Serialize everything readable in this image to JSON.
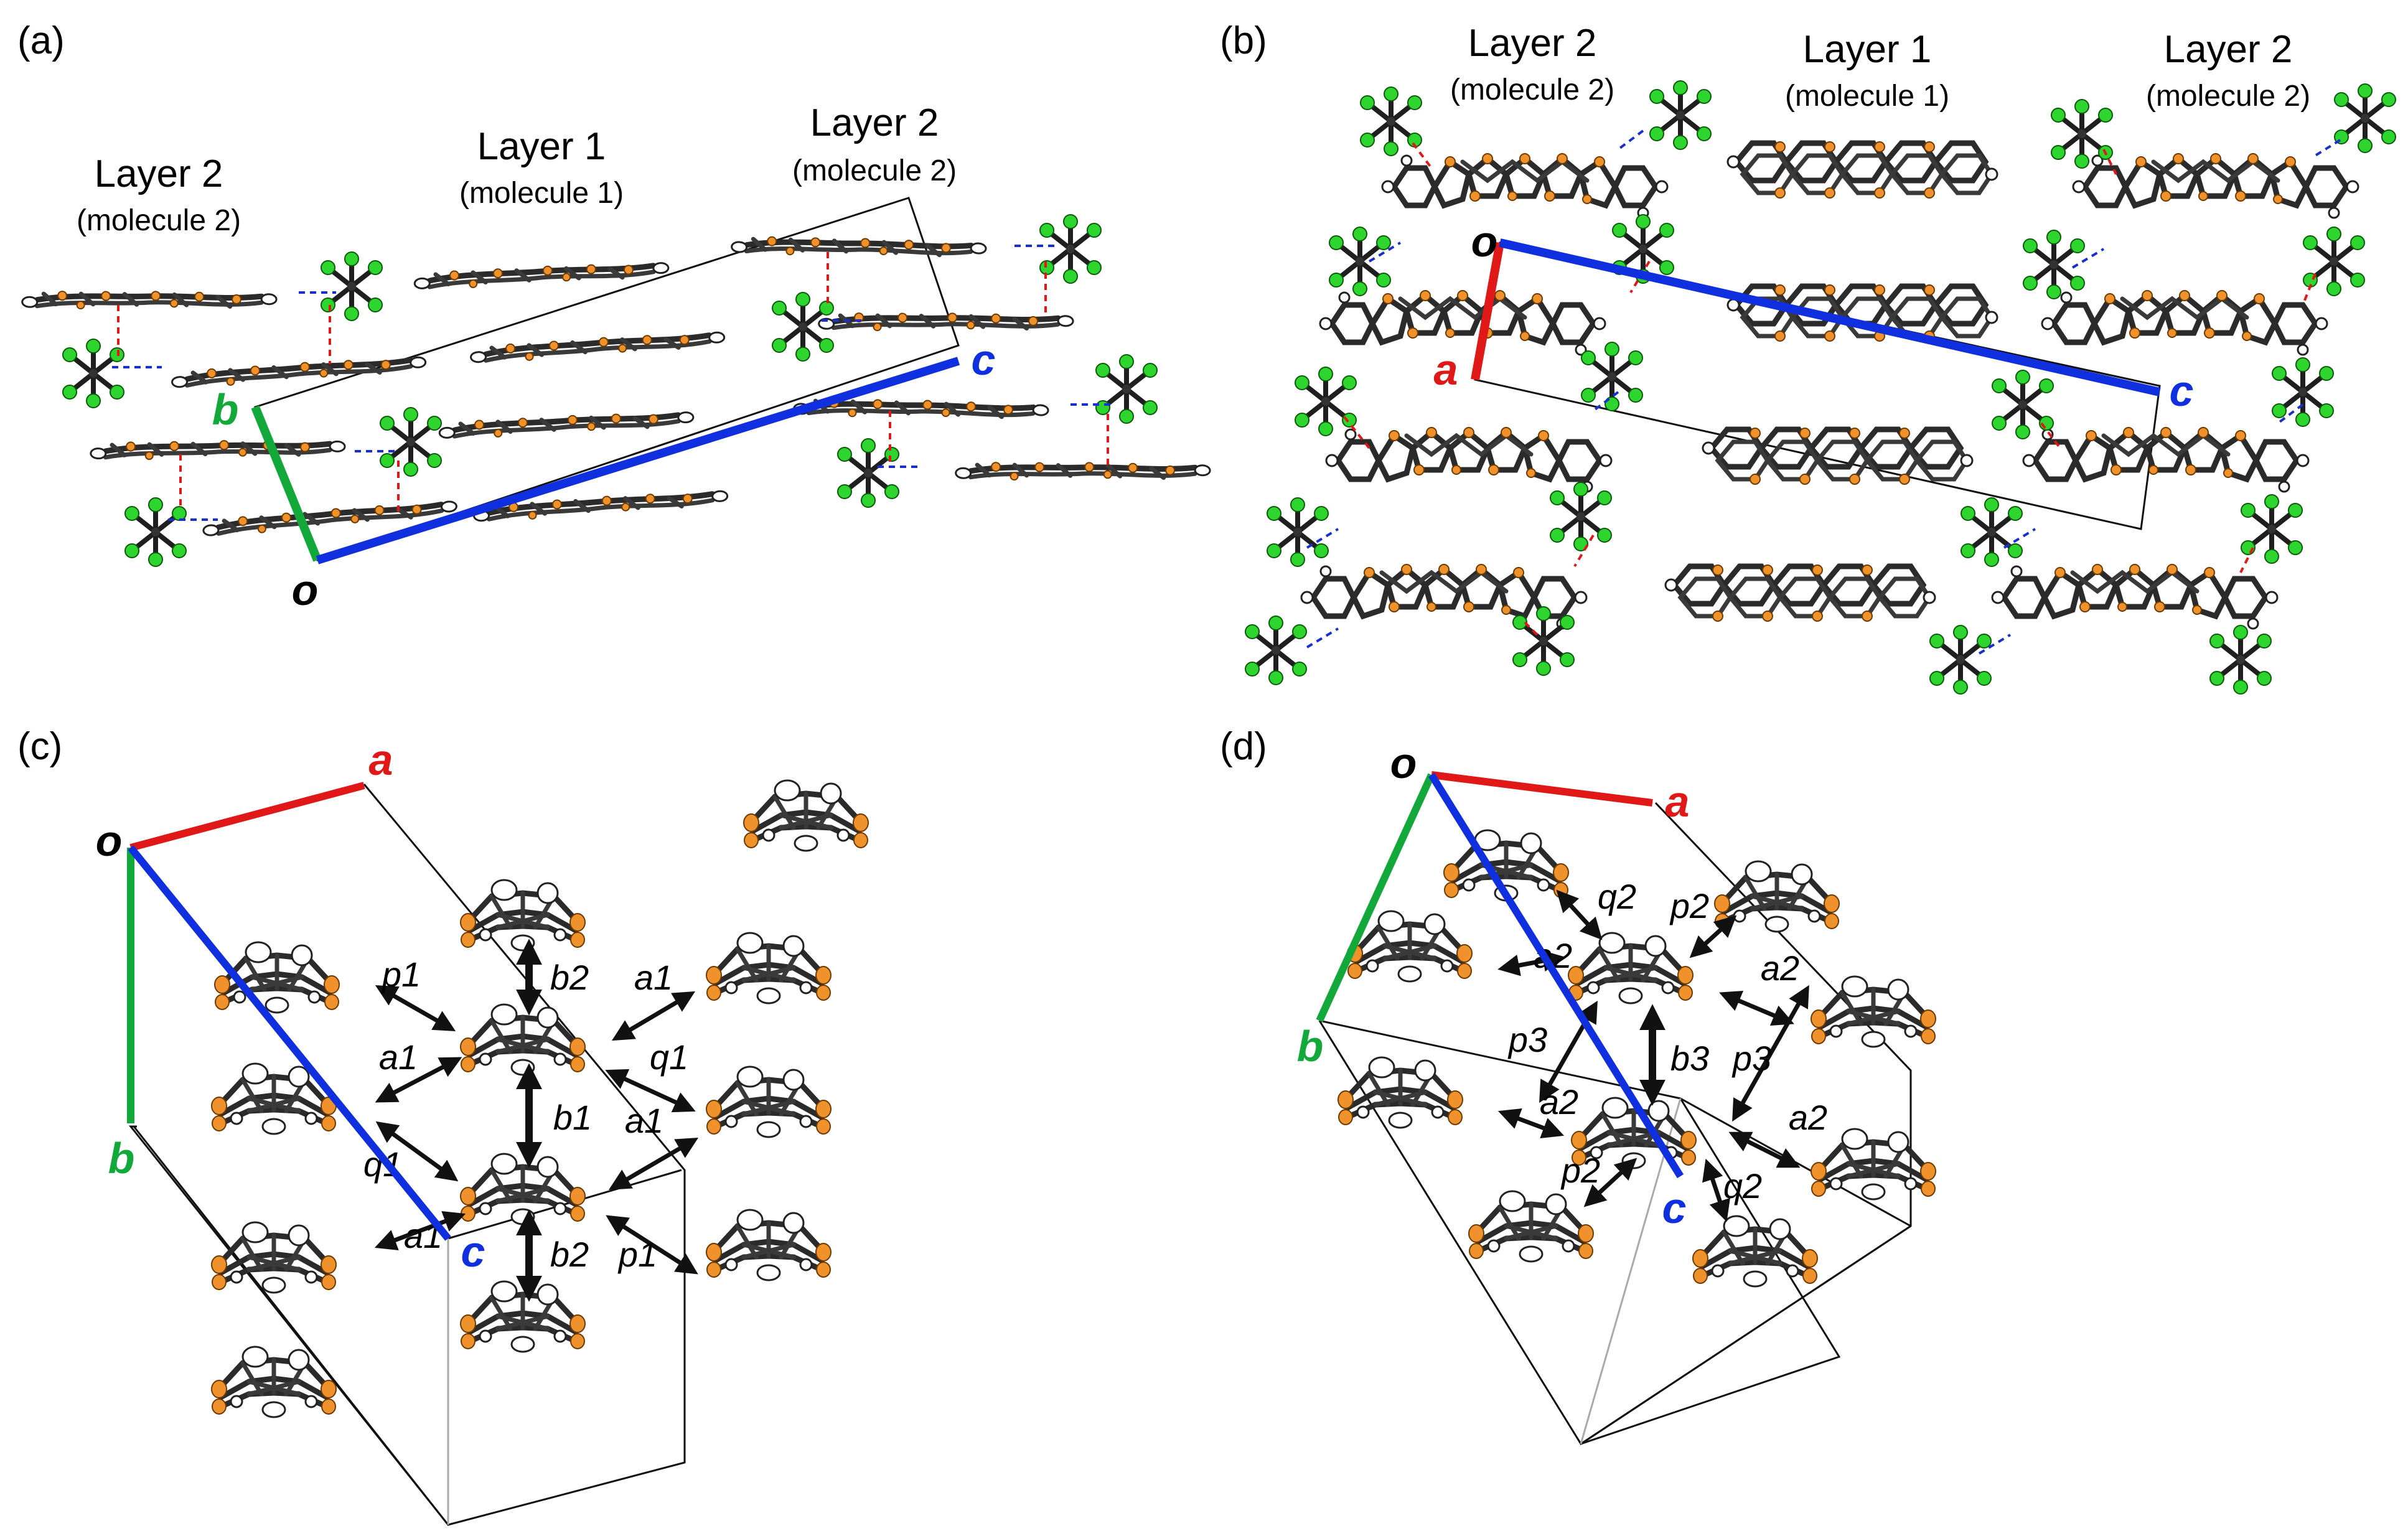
{
  "panels": {
    "a": {
      "label": "(a)",
      "layers": [
        {
          "title": "Layer 2",
          "sub": "(molecule 2)"
        },
        {
          "title": "Layer 1",
          "sub": "(molecule 1)"
        },
        {
          "title": "Layer 2",
          "sub": "(molecule 2)"
        }
      ],
      "axes": {
        "b": "b",
        "c": "c",
        "o": "o"
      }
    },
    "b": {
      "label": "(b)",
      "layers": [
        {
          "title": "Layer 2",
          "sub": "(molecule 2)"
        },
        {
          "title": "Layer 1",
          "sub": "(molecule 1)"
        },
        {
          "title": "Layer 2",
          "sub": "(molecule 2)"
        }
      ],
      "axes": {
        "o": "o",
        "a": "a",
        "c": "c"
      }
    },
    "c": {
      "label": "(c)",
      "axes": {
        "o": "o",
        "a": "a",
        "b": "b",
        "c": "c"
      },
      "contacts": [
        "p1",
        "b2",
        "a1",
        "q1",
        "a1",
        "b1",
        "a1",
        "q1",
        "a1",
        "b2",
        "p1"
      ]
    },
    "d": {
      "label": "(d)",
      "axes": {
        "o": "o",
        "a": "a",
        "b": "b",
        "c": "c"
      },
      "contacts": [
        "q2",
        "p2",
        "a2",
        "a2",
        "p3",
        "b3",
        "p3",
        "a2",
        "a2",
        "p2",
        "q2"
      ]
    }
  },
  "colors": {
    "axis_a": "#e01818",
    "axis_b": "#12a83a",
    "axis_c": "#1030e0",
    "sulfur": "#f0922c",
    "fluorine": "#2fd52f",
    "contact_red": "#e01818",
    "contact_blue": "#1a2fd0"
  }
}
